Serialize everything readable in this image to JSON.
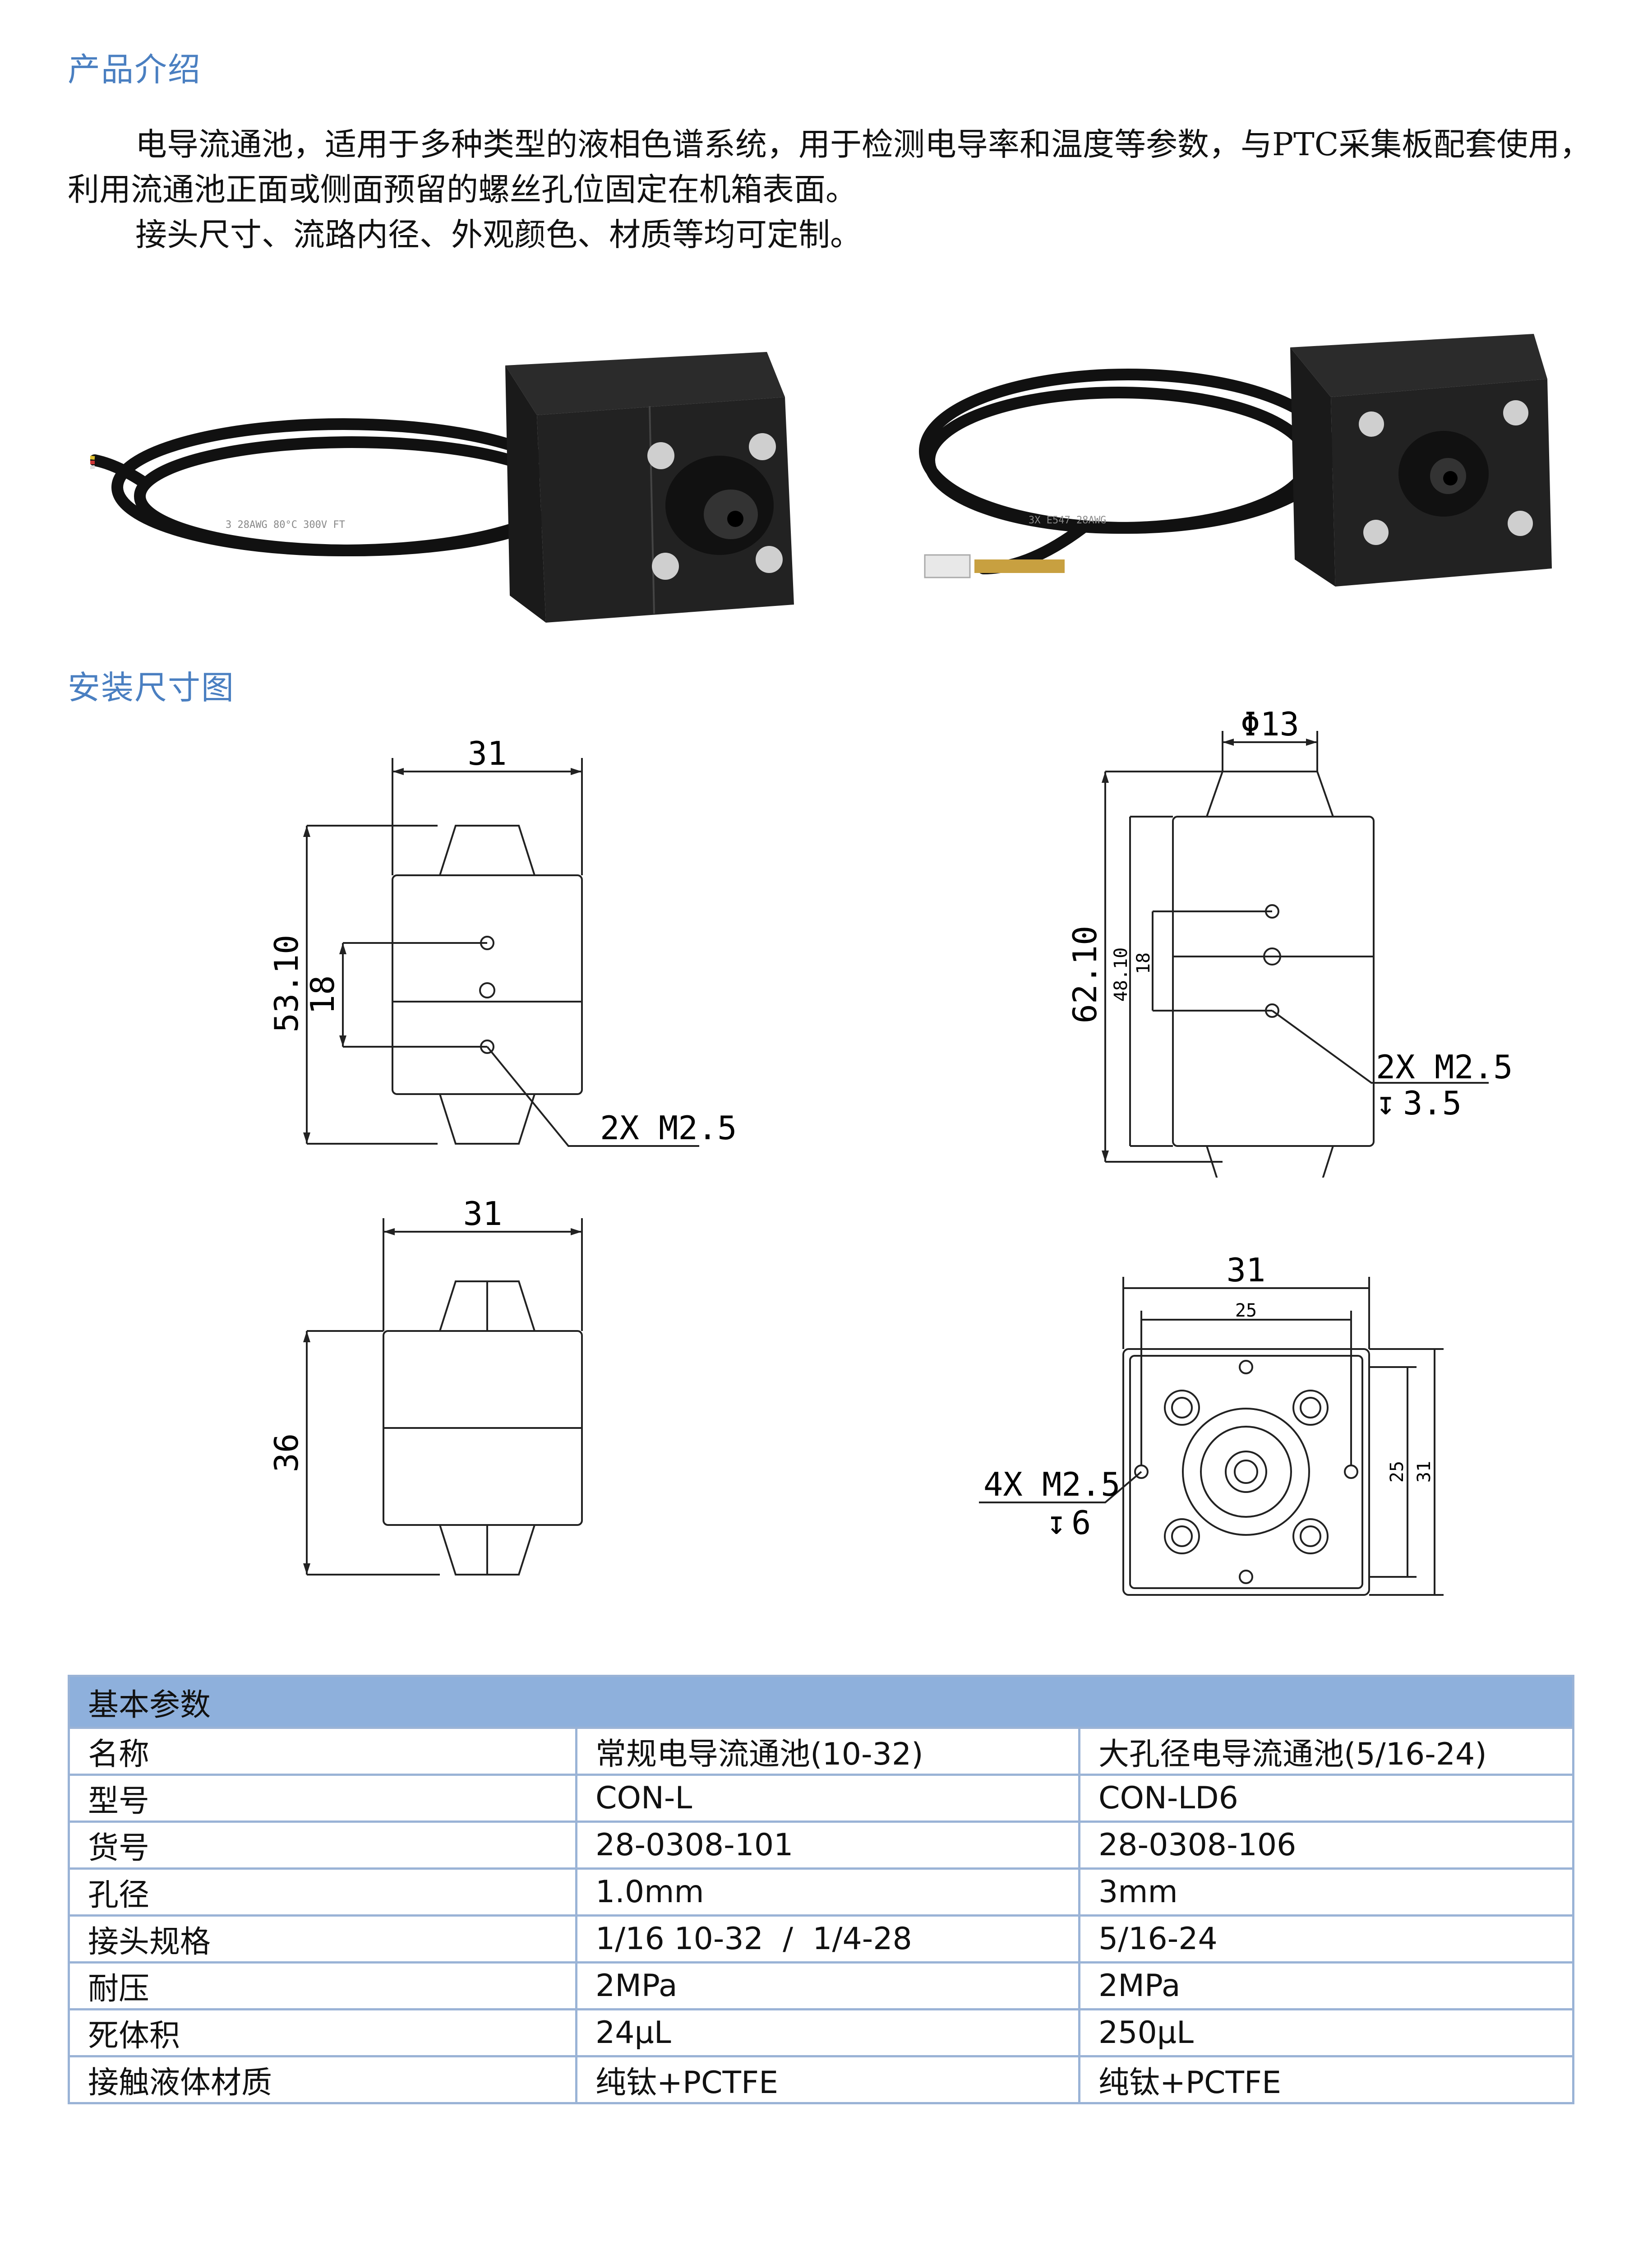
{
  "sections": {
    "intro_title": "产品介绍",
    "drawing_title": "安装尺寸图"
  },
  "intro": {
    "p1": "电导流通池，适用于多种类型的液相色谱系统，用于检测电导率和温度等参数，与PTC采集板配套使用，利用流通池正面或侧面预留的螺丝孔位固定在机箱表面。",
    "p2": "接头尺寸、流路内径、外观颜色、材质等均可定制。"
  },
  "photos": {
    "left_cable_print": "3  28AWG  80°C  300V  FT",
    "right_cable_print": "3X  E547  28AWG"
  },
  "dimensions": {
    "tl_width": "31",
    "tl_height": "53.10",
    "tl_spacing": "18",
    "tl_thread": "2X M2.5",
    "tr_diameter": "Φ13",
    "tr_height": "62.10",
    "tr_inner": "48.10",
    "tr_spacing": "18",
    "tr_thread": "2X M2.5",
    "tr_depth": "3.5",
    "bl_width": "31",
    "bl_height": "36",
    "br_outer": "31",
    "br_inner": "25",
    "br_side_inner": "25",
    "br_side_outer": "31",
    "br_thread": "4X M2.5",
    "br_depth": "6"
  },
  "table": {
    "title": "基本参数",
    "rows": [
      {
        "label": "名称",
        "a": "常规电导流通池(10-32)",
        "b": "大孔径电导流通池(5/16-24)"
      },
      {
        "label": "型号",
        "a": "CON-L",
        "b": "CON-LD6"
      },
      {
        "label": "货号",
        "a": "28-0308-101",
        "b": "28-0308-106"
      },
      {
        "label": "孔径",
        "a": "1.0mm",
        "b": "3mm"
      },
      {
        "label": "接头规格",
        "a": "1/16 10-32  /  1/4-28",
        "b": "5/16-24"
      },
      {
        "label": "耐压",
        "a": "2MPa",
        "b": "2MPa"
      },
      {
        "label": "死体积",
        "a": "24μL",
        "b": "250μL"
      },
      {
        "label": "接触液体材质",
        "a": "纯钛+PCTFE",
        "b": "纯钛+PCTFE"
      }
    ]
  }
}
